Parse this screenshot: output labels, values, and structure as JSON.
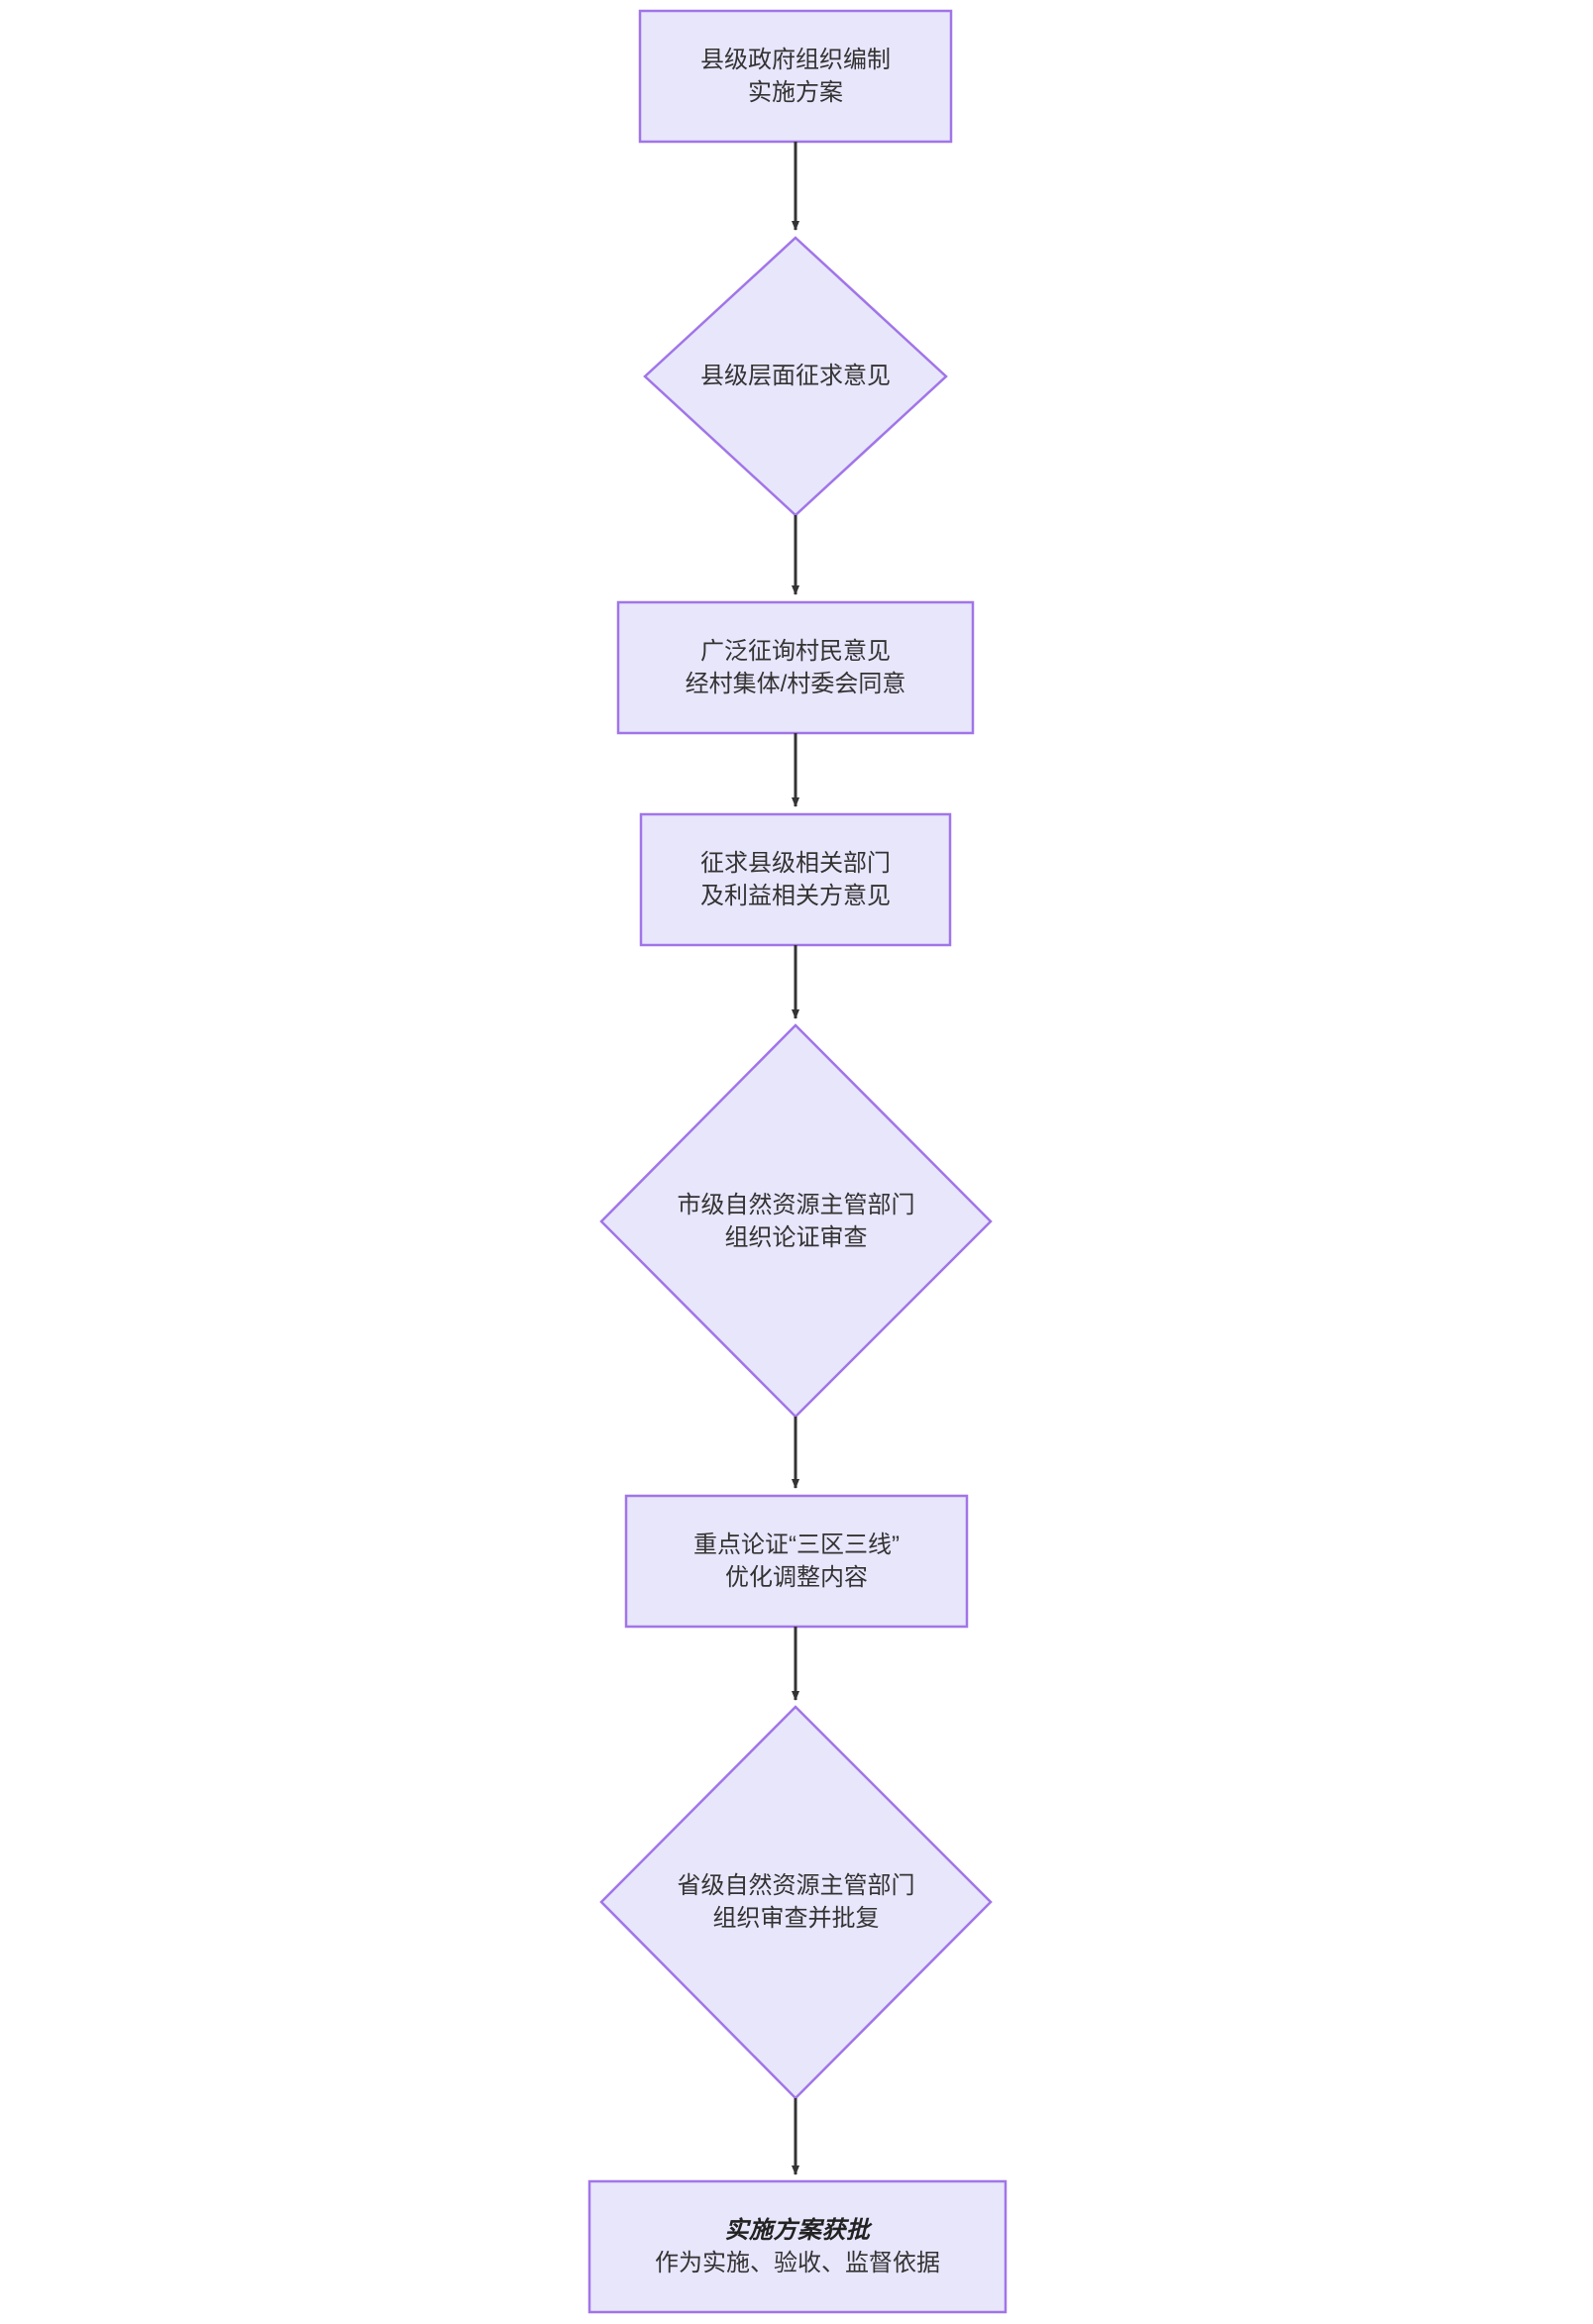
{
  "diagram": {
    "type": "flowchart",
    "orientation": "top-to-bottom",
    "theme": {
      "node_fill": "#e8e6fb",
      "node_stroke": "#a175e8",
      "edge_stroke": "#333333",
      "text_color": "#333333",
      "background": "#ffffff"
    },
    "nodes": [
      {
        "id": "n1",
        "shape": "rectangle",
        "lines": [
          "县级政府组织编制",
          "实施方案"
        ],
        "emphasis": [
          false,
          false
        ]
      },
      {
        "id": "n2",
        "shape": "diamond",
        "lines": [
          "县级层面征求意见"
        ],
        "emphasis": [
          false
        ]
      },
      {
        "id": "n3",
        "shape": "rectangle",
        "lines": [
          "广泛征询村民意见",
          "经村集体/村委会同意"
        ],
        "emphasis": [
          false,
          false
        ]
      },
      {
        "id": "n4",
        "shape": "rectangle",
        "lines": [
          "征求县级相关部门",
          "及利益相关方意见"
        ],
        "emphasis": [
          false,
          false
        ]
      },
      {
        "id": "n5",
        "shape": "diamond",
        "lines": [
          "市级自然资源主管部门",
          "组织论证审查"
        ],
        "emphasis": [
          false,
          false
        ]
      },
      {
        "id": "n6",
        "shape": "rectangle",
        "lines": [
          "重点论证“三区三线”",
          "优化调整内容"
        ],
        "emphasis": [
          false,
          false
        ]
      },
      {
        "id": "n7",
        "shape": "diamond",
        "lines": [
          "省级自然资源主管部门",
          "组织审查并批复"
        ],
        "emphasis": [
          false,
          false
        ]
      },
      {
        "id": "n8",
        "shape": "rectangle",
        "lines": [
          "实施方案获批",
          "作为实施、验收、监督依据"
        ],
        "emphasis": [
          true,
          false
        ]
      }
    ],
    "edges": [
      {
        "from": "n1",
        "to": "n2",
        "label": ""
      },
      {
        "from": "n2",
        "to": "n3",
        "label": ""
      },
      {
        "from": "n3",
        "to": "n4",
        "label": ""
      },
      {
        "from": "n4",
        "to": "n5",
        "label": ""
      },
      {
        "from": "n5",
        "to": "n6",
        "label": ""
      },
      {
        "from": "n6",
        "to": "n7",
        "label": ""
      },
      {
        "from": "n7",
        "to": "n8",
        "label": ""
      }
    ]
  }
}
